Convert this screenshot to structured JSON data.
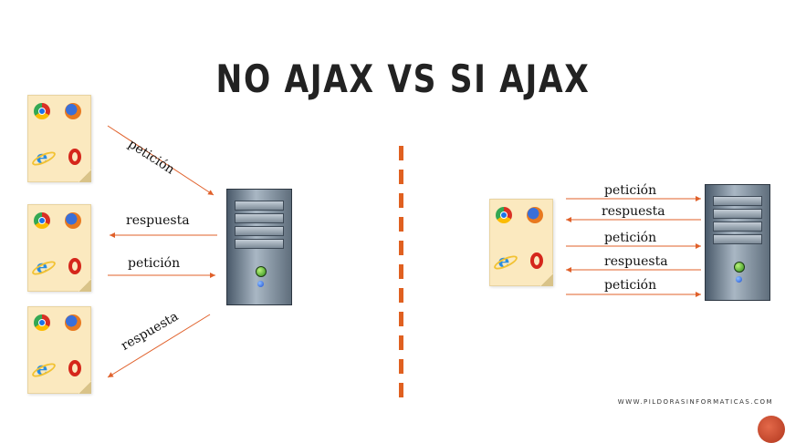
{
  "title": "NO AJAX VS SI AJAX",
  "labels": {
    "left_peticion_1": "petición",
    "left_respuesta_1": "respuesta",
    "left_peticion_2": "petición",
    "left_respuesta_2": "respuesta",
    "right_peticion_1": "petición",
    "right_respuesta_1": "respuesta",
    "right_peticion_2": "petición",
    "right_respuesta_2": "respuesta",
    "right_peticion_3": "petición"
  },
  "watermark": "WWW.PILDORASINFORMATICAS.COM",
  "icons": [
    "chrome-icon",
    "firefox-icon",
    "ie-icon",
    "opera-icon",
    "server-icon"
  ],
  "colors": {
    "arrow": "#e0602a",
    "divider": "#e06020",
    "card": "#fbe9bf"
  }
}
